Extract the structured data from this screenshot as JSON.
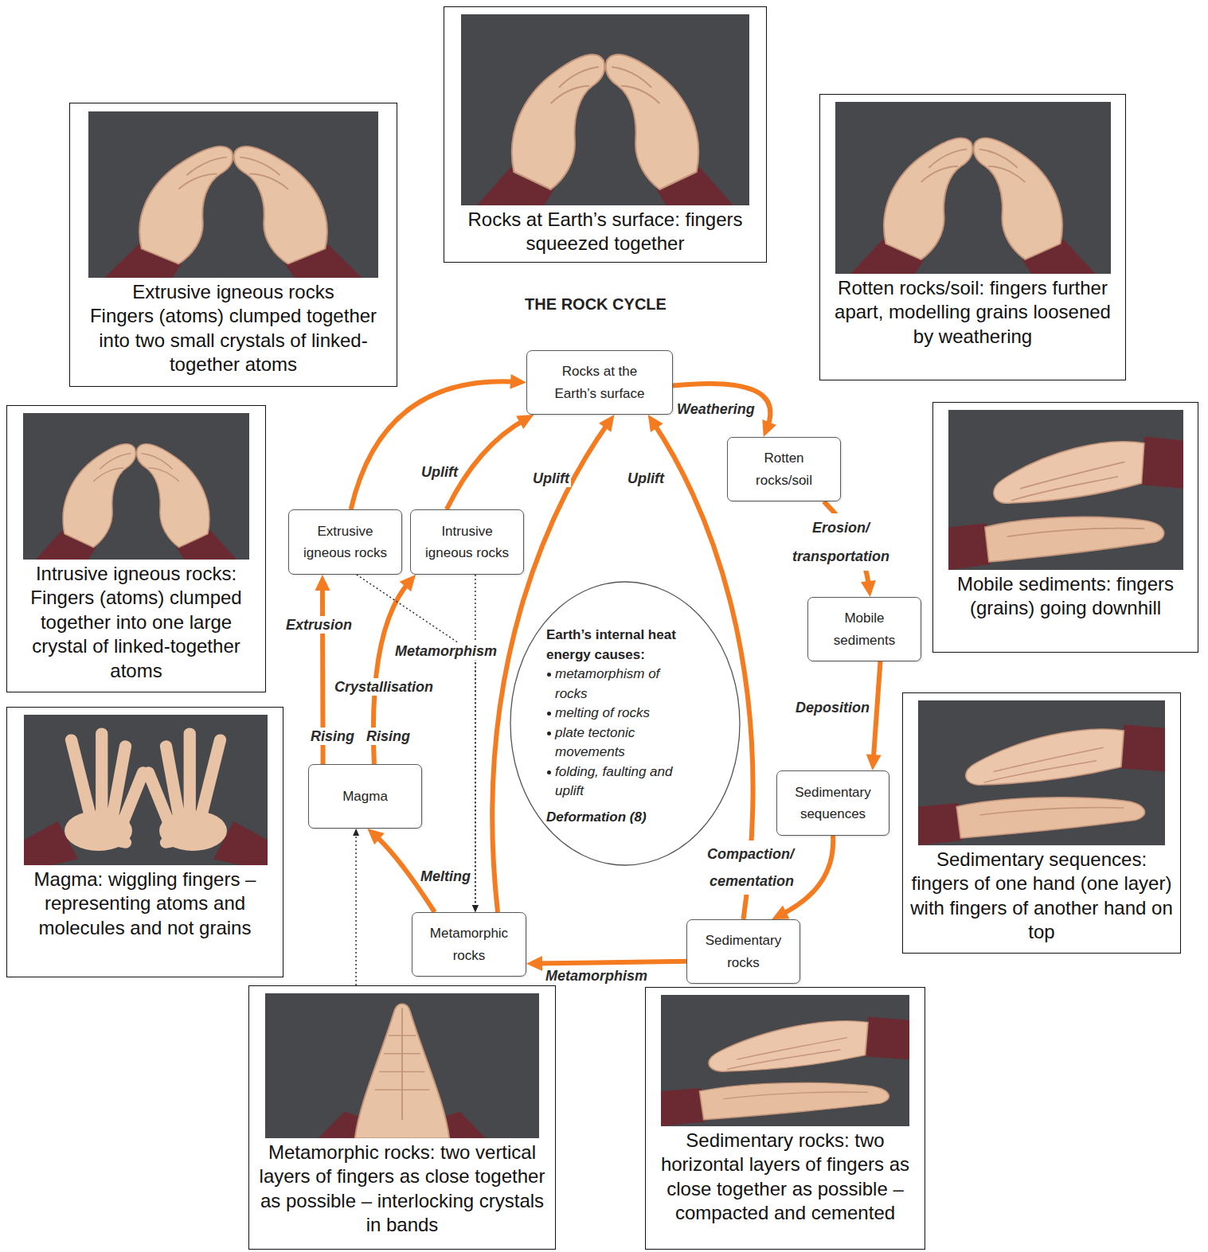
{
  "diagram": {
    "title": "THE ROCK CYCLE",
    "nodes": [
      {
        "text": [
          "Rocks at Earth’s surface: fingers squeezed together"
        ]
      },
      {
        "text": [
          "Extrusive igneous rocks",
          "Fingers (atoms) clumped together into two small crystals of linked-together atoms"
        ]
      },
      {
        "text": [
          "Rotten rocks/soil: fingers further apart, modelling grains loosened by weathering"
        ]
      },
      {
        "text": [
          "Rocks at the Earth’s surface"
        ]
      },
      {
        "text": [
          "Rotten rocks/soil"
        ]
      },
      {
        "text": [
          "Mobile sediments: fingers (grains) going downhill"
        ]
      },
      {
        "text": [
          "Intrusive igneous rocks: Fingers (atoms) clumped together into one large crystal of linked-together atoms"
        ]
      },
      {
        "text": [
          "Extrusive igneous rocks"
        ]
      },
      {
        "text": [
          "Intrusive igneous rocks"
        ]
      },
      {
        "text": [
          "Earth’s internal heat energy causes:",
          "metamorphism of rocks",
          "melting of rocks",
          "plate tectonic movements",
          "folding, faulting and uplift",
          "Deformation (8)"
        ]
      },
      {
        "text": [
          "Mobile sediments"
        ]
      },
      {
        "text": [
          "Sedimentary sequences: fingers of one hand (one layer) with fingers of another hand on top"
        ]
      },
      {
        "text": [
          "Magma: wiggling fingers – representing atoms and molecules and not grains"
        ]
      },
      {
        "text": [
          "Magma"
        ]
      },
      {
        "text": [
          "Sedimentary sequences"
        ]
      },
      {
        "text": [
          "Metamorphic rocks"
        ]
      },
      {
        "text": [
          "Sedimentary rocks"
        ]
      },
      {
        "text": [
          "Metamorphic rocks: two vertical layers of fingers as close together as possible – interlocking crystals in bands"
        ]
      },
      {
        "text": [
          "Sedimentary rocks: two horizontal layers of fingers as close together as possible – compacted and cemented"
        ]
      }
    ],
    "edges": [
      {
        "from": 3,
        "to": 4,
        "arrow": "to",
        "label": "Weathering"
      },
      {
        "from": 4,
        "to": 10,
        "arrow": "to",
        "label": "Erosion/ transportation"
      },
      {
        "from": 10,
        "to": 14,
        "arrow": "to",
        "label": "Deposition"
      },
      {
        "from": 14,
        "to": 16,
        "arrow": "to",
        "label": "Compaction/ cementation"
      },
      {
        "from": 16,
        "to": 15,
        "arrow": "to",
        "label": "Metamorphism"
      },
      {
        "from": 15,
        "to": 13,
        "arrow": "to",
        "label": "Melting"
      },
      {
        "from": 13,
        "to": 7,
        "arrow": "to",
        "label": "Extrusion"
      },
      {
        "from": 13,
        "to": 8,
        "arrow": "to",
        "label": "Crystallisation"
      },
      {
        "from": 7,
        "to": 3,
        "arrow": "to"
      },
      {
        "from": 8,
        "to": 3,
        "arrow": "to",
        "label": "Uplift"
      },
      {
        "from": 15,
        "to": 3,
        "arrow": "to",
        "label": "Uplift"
      },
      {
        "from": 16,
        "to": 3,
        "arrow": "to",
        "label": "Uplift"
      },
      {
        "from": 7,
        "to": 15,
        "arrow": "to",
        "label": "Metamorphism"
      },
      {
        "from": 8,
        "to": 15,
        "arrow": "to"
      },
      {
        "from": 17,
        "to": 13,
        "arrow": "to"
      }
    ],
    "labels": [
      "Rising",
      "Rising"
    ]
  }
}
